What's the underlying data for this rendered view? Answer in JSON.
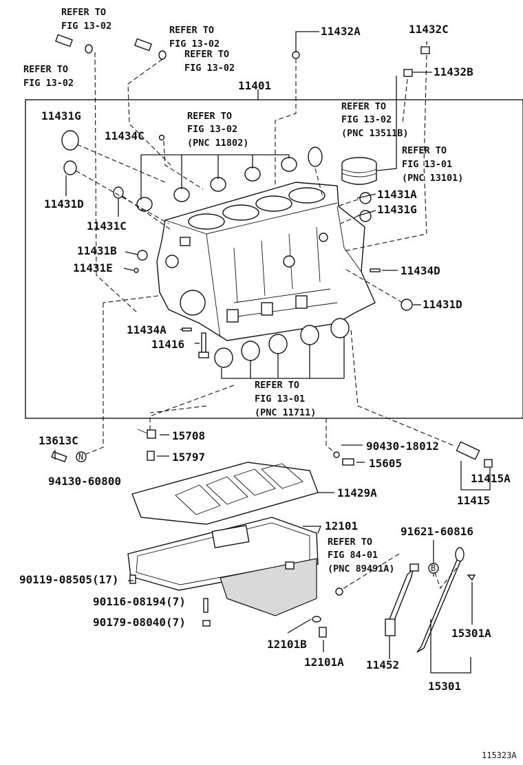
{
  "refs": {
    "r1": [
      "REFER TO",
      "FIG 13-02"
    ],
    "r2": [
      "REFER TO",
      "FIG 13-02"
    ],
    "r3": [
      "REFER TO",
      "FIG 13-02"
    ],
    "r4": [
      "REFER TO",
      "FIG 13-02"
    ],
    "r5": [
      "REFER TO",
      "FIG 13-02",
      "(PNC 11802)"
    ],
    "r6": [
      "REFER TO",
      "FIG 13-02",
      "(PNC 13511B)"
    ],
    "r7": [
      "REFER TO",
      "FIG 13-01",
      "(PNC 13101)"
    ],
    "r8": [
      "REFER TO",
      "FIG 13-01",
      "(PNC 11711)"
    ],
    "r9": [
      "REFER TO",
      "FIG 84-01",
      "(PNC 89491A)"
    ]
  },
  "labels": {
    "p11432A": "11432A",
    "p11432C": "11432C",
    "p11432B": "11432B",
    "p11401": "11401",
    "p11431G_top": "11431G",
    "p11434C": "11434C",
    "p11431D_left": "11431D",
    "p11431C": "11431C",
    "p11431B": "11431B",
    "p11431E": "11431E",
    "p11431A": "11431A",
    "p11431G_right": "11431G",
    "p11434D": "11434D",
    "p11431D_right": "11431D",
    "p11434A": "11434A",
    "p11416": "11416",
    "p13613C": "13613C",
    "p94130": "94130-60800",
    "p15708": "15708",
    "p15797": "15797",
    "p90430": "90430-18012",
    "p15605": "15605",
    "p11415A": "11415A",
    "p11415": "11415",
    "p11429A": "11429A",
    "p12101": "12101",
    "p91621": "91621-60816",
    "p90119": "90119-08505(17)",
    "p90116": "90116-08194(7)",
    "p90179": "90179-08040(7)",
    "p12101B": "12101B",
    "p12101A": "12101A",
    "p11452": "11452",
    "p15301A": "15301A",
    "p15301": "15301",
    "circleN": "N",
    "circleB": "B"
  },
  "footer": {
    "code": "115323A"
  }
}
